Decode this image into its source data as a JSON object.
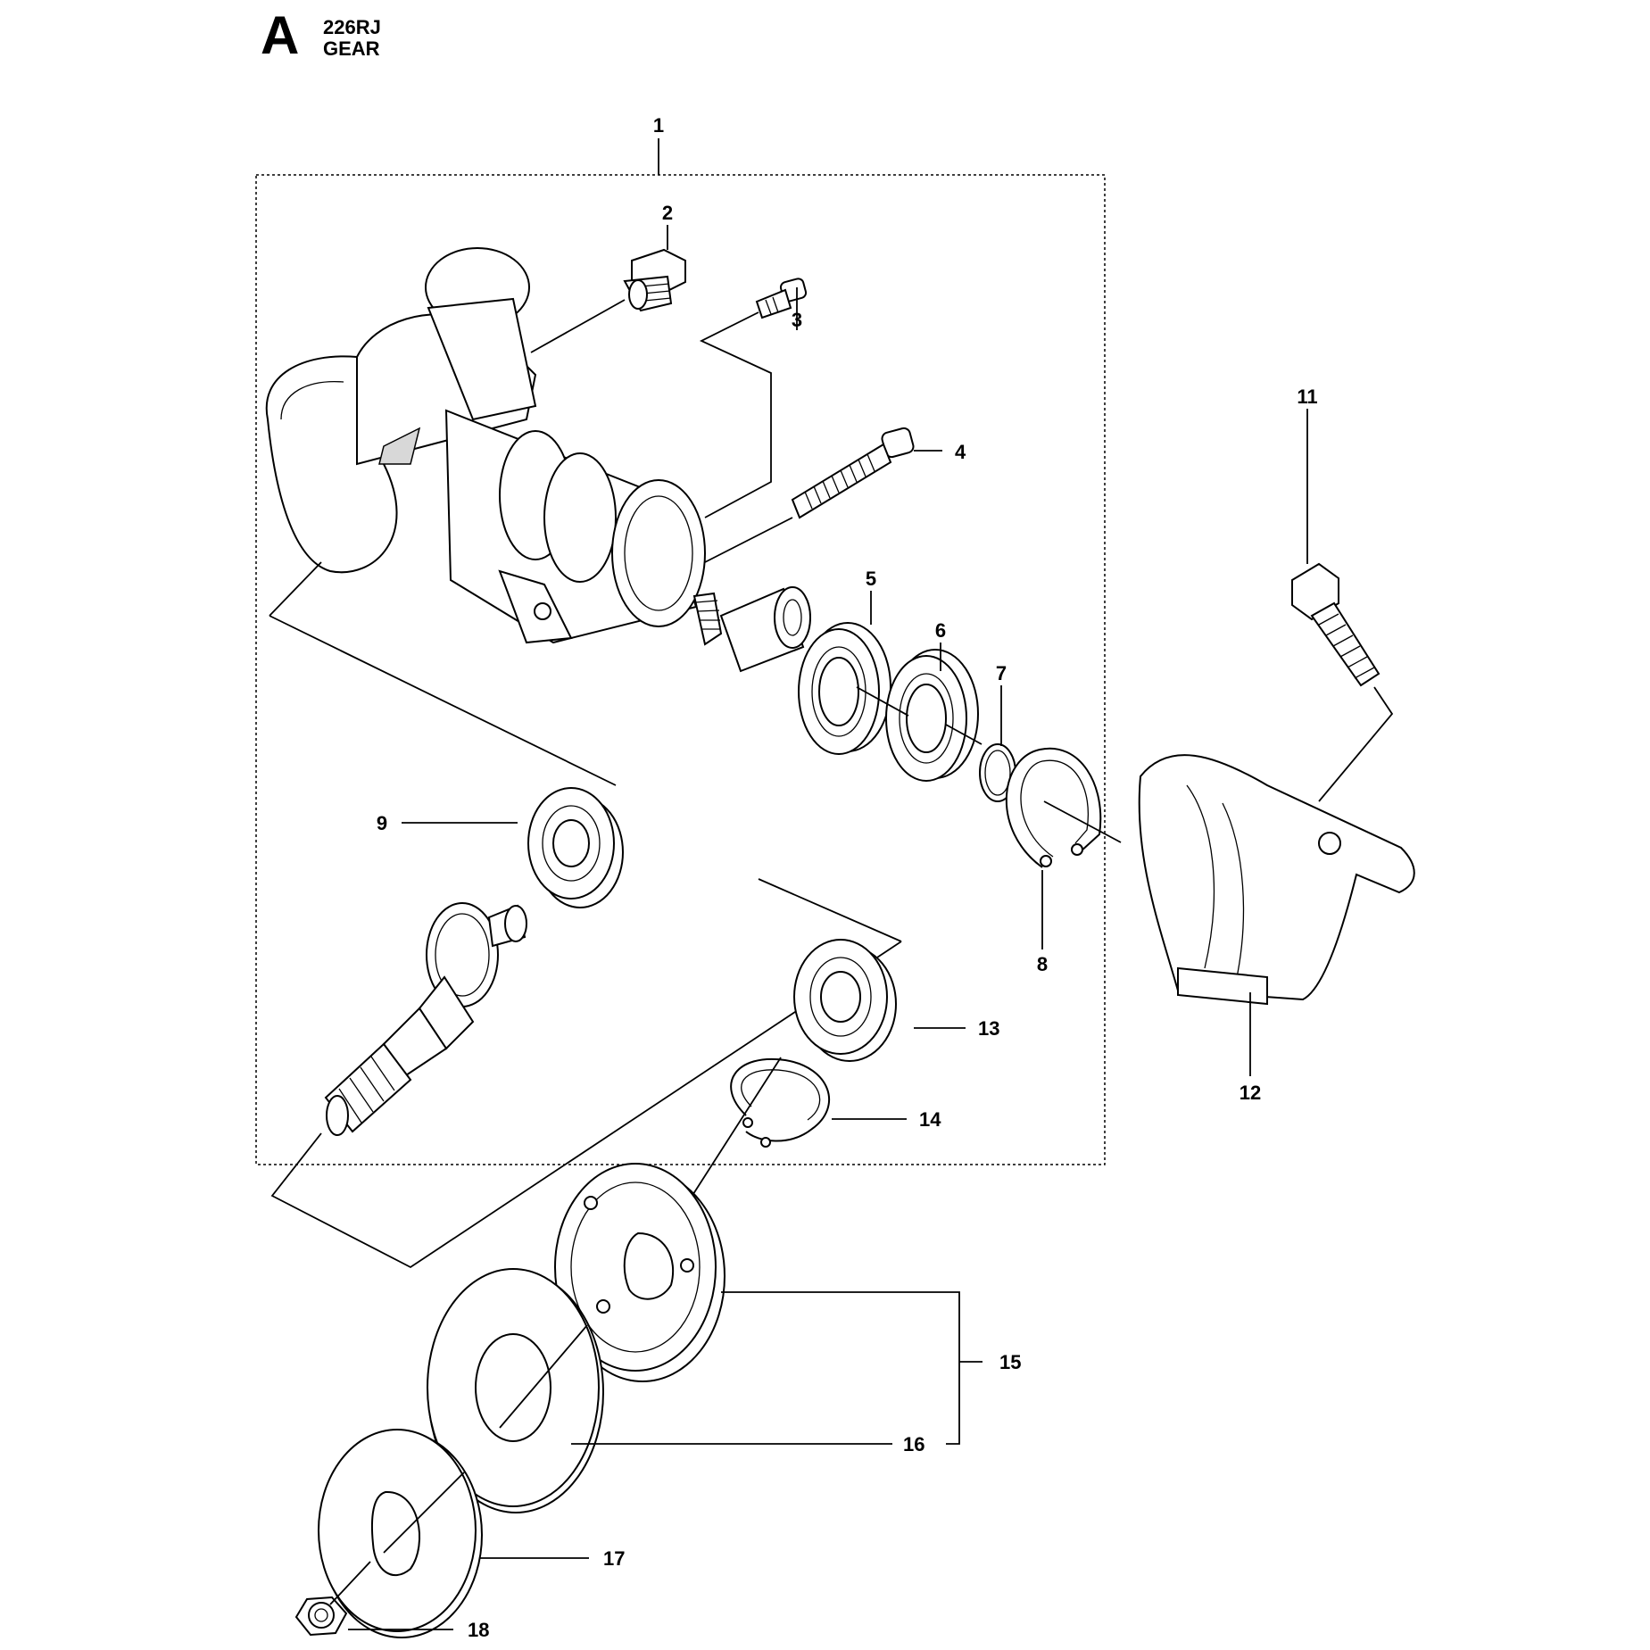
{
  "header": {
    "section_letter": "A",
    "model": "226RJ",
    "title": "GEAR"
  },
  "callouts": [
    {
      "id": "c1",
      "label": "1"
    },
    {
      "id": "c2",
      "label": "2"
    },
    {
      "id": "c3",
      "label": "3"
    },
    {
      "id": "c4",
      "label": "4"
    },
    {
      "id": "c5",
      "label": "5"
    },
    {
      "id": "c6",
      "label": "6"
    },
    {
      "id": "c7",
      "label": "7"
    },
    {
      "id": "c8",
      "label": "8"
    },
    {
      "id": "c9",
      "label": "9"
    },
    {
      "id": "c11",
      "label": "11"
    },
    {
      "id": "c12",
      "label": "12"
    },
    {
      "id": "c13",
      "label": "13"
    },
    {
      "id": "c14",
      "label": "14"
    },
    {
      "id": "c15",
      "label": "15"
    },
    {
      "id": "c16",
      "label": "16"
    },
    {
      "id": "c17",
      "label": "17"
    },
    {
      "id": "c18",
      "label": "18"
    }
  ]
}
